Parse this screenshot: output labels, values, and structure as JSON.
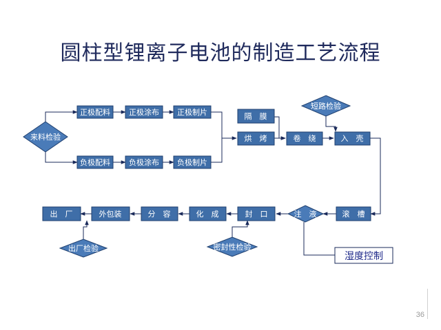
{
  "title": "圆柱型锂离子电池的制造工艺流程",
  "page_number": "36",
  "colors": {
    "node_fill": "#3f6ea8",
    "node_stroke": "#1f3f6e",
    "diamond_fill": "#4a7bb8",
    "line": "#1a2a5a",
    "callout_border": "#1a2a5a",
    "callout_text": "#1f2a8a",
    "title": "#1f2a5c"
  },
  "nodes": {
    "incoming_inspection": "来料检验",
    "positive_batching": "正极配料",
    "positive_coating": "正极涂布",
    "positive_sheet": "正极制片",
    "negative_batching": "负极配料",
    "negative_coating": "负极涂布",
    "negative_sheet": "负极制片",
    "separator": "隔　膜",
    "baking": "烘　烤",
    "winding": "卷　绕",
    "short_circuit_test": "短路检验",
    "casing": "入　壳",
    "grooving": "滚　槽",
    "injection": "注　液",
    "sealing": "封　口",
    "formation": "化　成",
    "grading": "分　容",
    "packaging": "外包装",
    "shipping": "出　厂",
    "factory_inspection": "出厂检验",
    "seal_test": "密封性检验",
    "humidity_control": "湿度控制"
  }
}
